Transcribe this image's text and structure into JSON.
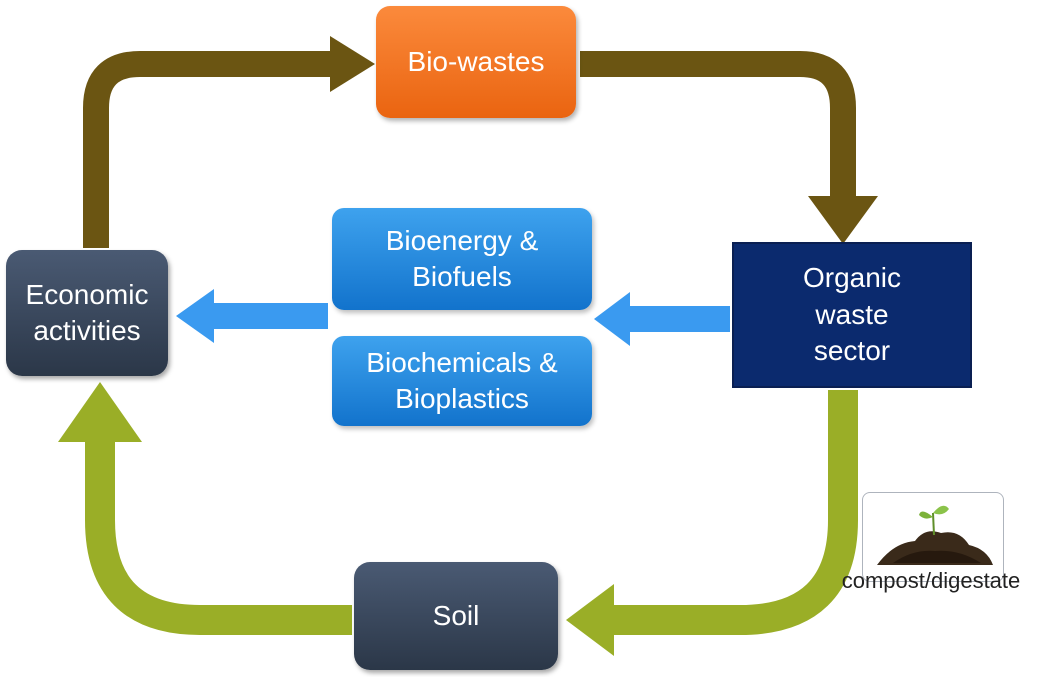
{
  "nodes": {
    "bio_wastes": "Bio-wastes",
    "economic_activities": [
      "Economic",
      "activities"
    ],
    "organic_waste_sector": [
      "Organic",
      "waste",
      "sector"
    ],
    "bioenergy": [
      "Bioenergy &",
      "Biofuels"
    ],
    "biochemicals": [
      "Biochemicals &",
      "Bioplastics"
    ],
    "soil": "Soil"
  },
  "image_caption": "compost/digestate",
  "colors": {
    "cycle_arrow_brown": "#6b5512",
    "cycle_arrow_green": "#9aae27",
    "flow_arrow_blue": "#3a9af0",
    "bio_wastes_fill": "#f47a22",
    "slate_fill": "#323e52",
    "navy_fill": "#0b2a6e",
    "product_fill": "#1f86de"
  },
  "icons": {
    "compost_image": "soil-mound-with-seedling"
  }
}
